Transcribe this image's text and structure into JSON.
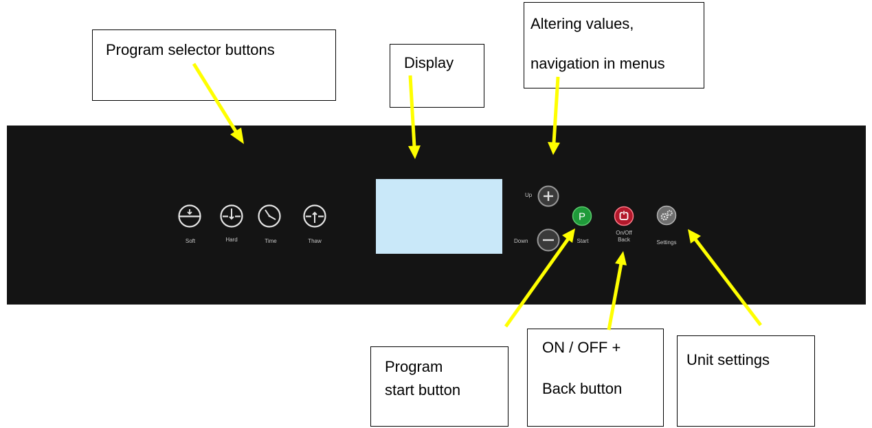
{
  "callouts": {
    "program_selector": "Program selector buttons",
    "display": "Display",
    "altering_line1": "Altering values,",
    "altering_line2": "navigation in menus",
    "program_start_line1": "Program",
    "program_start_line2": "start button",
    "onoff_line1": "ON / OFF +",
    "onoff_line2": "Back button",
    "unit_settings": "Unit settings"
  },
  "panel": {
    "program_buttons": [
      {
        "label": "Soft",
        "icon": "soft-program-icon"
      },
      {
        "label": "Hard",
        "icon": "hard-program-icon"
      },
      {
        "label": "Time",
        "icon": "clock-icon"
      },
      {
        "label": "Thaw",
        "icon": "thaw-program-icon"
      }
    ],
    "up_label": "Up",
    "down_label": "Down",
    "start_label": "Start",
    "start_glyph": "P",
    "onoff_label_line1": "On/Off",
    "onoff_label_line2": "Back",
    "settings_label": "Settings"
  },
  "colors": {
    "panel": "#141414",
    "display": "#c9e8f9",
    "arrow": "#ffff00",
    "start_button": "#1f9a3a",
    "onoff_button": "#b3182b",
    "settings_button": "#8a8a8a"
  }
}
